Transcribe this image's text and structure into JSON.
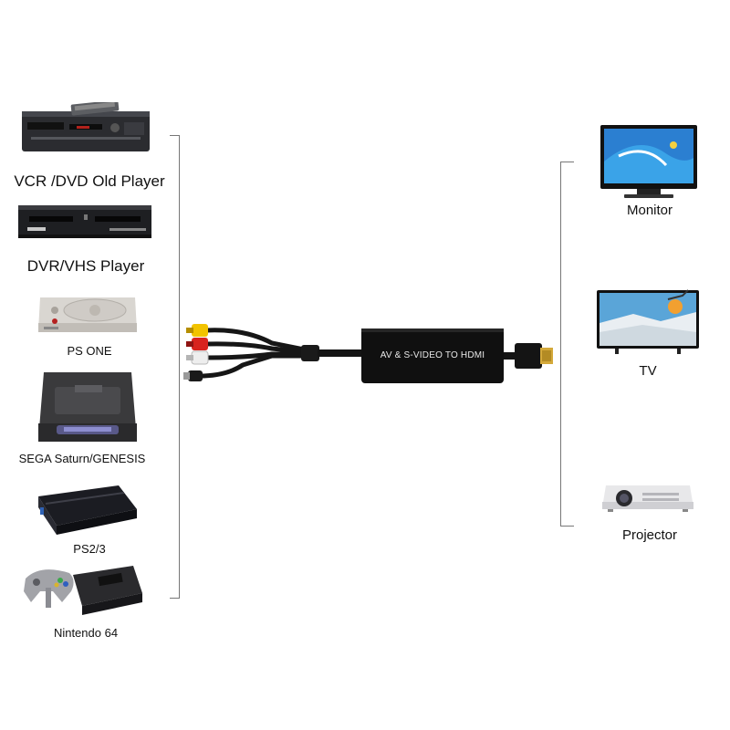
{
  "sources": {
    "items": [
      {
        "label": "VCR /DVD Old Player",
        "icon": "vcr-icon"
      },
      {
        "label": "DVR/VHS Player",
        "icon": "dvr-vhs-icon"
      },
      {
        "label": "PS ONE",
        "icon": "ps-one-console-icon"
      },
      {
        "label": "SEGA Saturn/GENESIS",
        "icon": "sega-saturn-console-icon"
      },
      {
        "label": "PS2/3",
        "icon": "ps2-console-icon"
      },
      {
        "label": "Nintendo 64",
        "icon": "nintendo-64-console-icon"
      }
    ]
  },
  "converter": {
    "label": "AV & S-VIDEO TO HDMI",
    "icon": "av-to-hdmi-converter-icon",
    "plugs": [
      "yellow",
      "red",
      "white",
      "s-video",
      "hdmi"
    ]
  },
  "outputs": {
    "items": [
      {
        "label": "Monitor",
        "icon": "monitor-icon"
      },
      {
        "label": "TV",
        "icon": "tv-icon"
      },
      {
        "label": "Projector",
        "icon": "projector-icon"
      }
    ]
  },
  "colors": {
    "rca_yellow": "#f2c300",
    "rca_red": "#d8231e",
    "rca_white": "#eeeeee",
    "converter_body": "#101010",
    "hdmi_gold": "#d4a93a"
  }
}
